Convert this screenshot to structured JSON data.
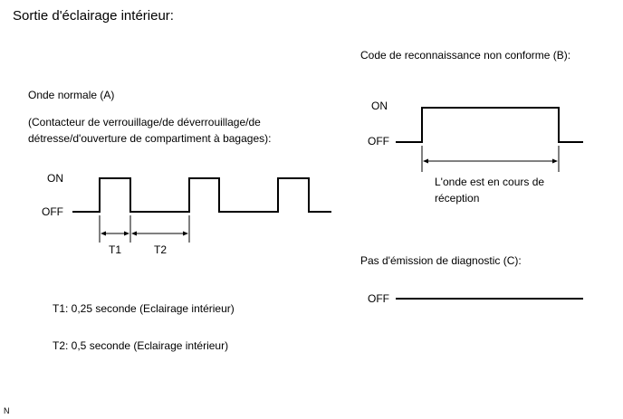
{
  "title": "Sortie d'éclairage intérieur:",
  "normal_wave": {
    "label": "Onde normale (A)",
    "note_line1": "(Contacteur de verrouillage/de déverrouillage/de",
    "note_line2": "détresse/d'ouverture de compartiment à bagages):",
    "on_label": "ON",
    "off_label": "OFF",
    "t1_label": "T1",
    "t2_label": "T2",
    "t1_desc": "T1: 0,25 seconde (Eclairage intérieur)",
    "t2_desc": "T2: 0,5 seconde (Eclairage intérieur)"
  },
  "nonconform_wave": {
    "label": "Code de reconnaissance non conforme (B):",
    "on_label": "ON",
    "off_label": "OFF",
    "note_line1": "L'onde est en cours de",
    "note_line2": "réception"
  },
  "no_diag": {
    "label": "Pas d'émission de diagnostic (C):",
    "off_label": "OFF"
  },
  "corner_mark": "N"
}
